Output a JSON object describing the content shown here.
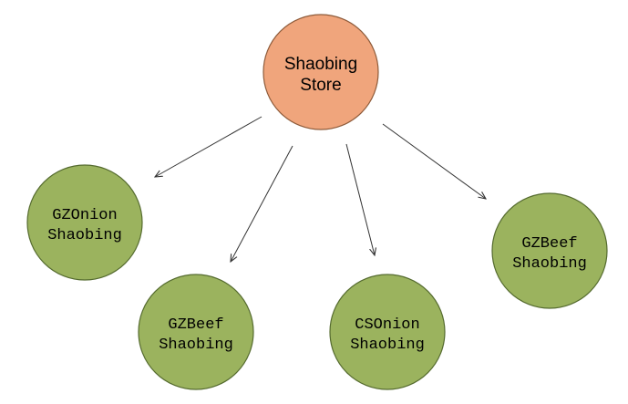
{
  "diagram": {
    "root": {
      "lines": [
        "Shaobing",
        "Store"
      ],
      "fill": "#F0A57C",
      "stroke": "#8E5B3A"
    },
    "children": [
      {
        "id": "gzonion-left",
        "lines": [
          "GZOnion",
          "Shaobing"
        ]
      },
      {
        "id": "gzbeef-center",
        "lines": [
          "GZBeef",
          "Shaobing"
        ]
      },
      {
        "id": "csonion-center",
        "lines": [
          "CSOnion",
          "Shaobing"
        ]
      },
      {
        "id": "gzbeef-right",
        "lines": [
          "GZBeef",
          "Shaobing"
        ]
      }
    ],
    "child_fill": "#9BB35E",
    "child_stroke": "#556B2F",
    "arrow_color": "#333333"
  }
}
